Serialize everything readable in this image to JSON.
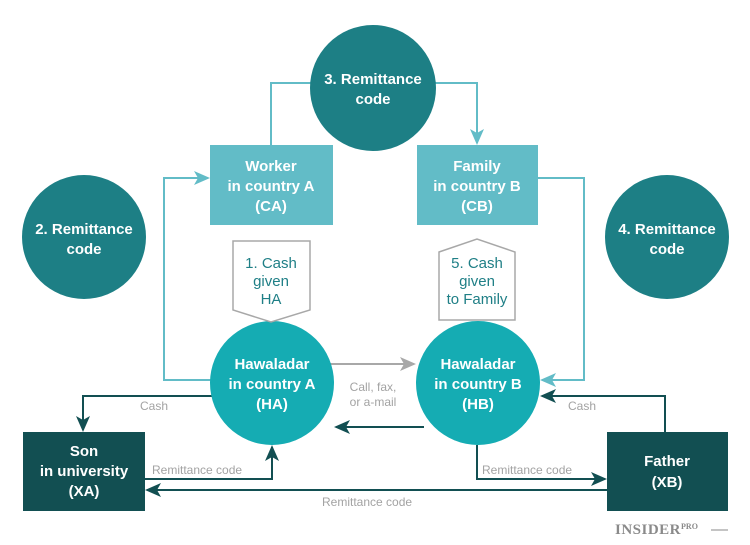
{
  "colors": {
    "dark_teal_circle": "#1d7f85",
    "bright_teal_circle": "#15acb3",
    "light_box": "#62bcc7",
    "dark_box": "#124f52",
    "light_line": "#62bcc7",
    "dark_line": "#124f52",
    "gray_line": "#a8a8a8",
    "step_text": "#1f7f86",
    "label_gray": "#a3a3a3"
  },
  "nodes": {
    "code3": [
      "3. Remittance",
      "code"
    ],
    "code2": [
      "2. Remittance",
      "code"
    ],
    "code4": [
      "4. Remittance",
      "code"
    ],
    "worker": [
      "Worker",
      "in country A",
      "(CA)"
    ],
    "family": [
      "Family",
      "in country B",
      "(CB)"
    ],
    "ha": [
      "Hawaladar",
      "in country A",
      "(HA)"
    ],
    "hb": [
      "Hawaladar",
      "in country B",
      "(HB)"
    ],
    "son": [
      "Son",
      "in university",
      "(XA)"
    ],
    "father": [
      "Father",
      "(XB)"
    ]
  },
  "steps": {
    "step1": [
      "1. Cash",
      "given",
      "HA"
    ],
    "step5": [
      "5. Cash",
      "given",
      "to Family"
    ]
  },
  "edge_labels": {
    "call": [
      "Call, fax,",
      "or a-mail"
    ],
    "cash_left": "Cash",
    "cash_right": "Cash",
    "code_son_ha": "Remittance code",
    "code_hb_father": "Remittance code",
    "code_father_son": "Remittance code"
  },
  "logo": {
    "main": "INSIDER",
    "suffix": "PRO"
  }
}
